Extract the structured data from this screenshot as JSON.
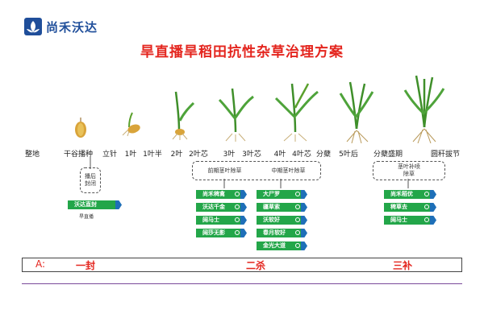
{
  "logo": {
    "text": "尚禾沃达",
    "icon": "blue-leaf-logo-icon"
  },
  "title": "旱直播旱稻田抗性杂草治理方案",
  "stages": [
    "整地",
    "干谷播种",
    "立针",
    "1叶",
    "1叶半",
    "2叶",
    "2叶芯",
    "3叶",
    "3叶芯",
    "4叶",
    "4叶芯",
    "分蘖",
    "5叶后",
    "分蘖盛期",
    "圆秆拔节"
  ],
  "brackets": {
    "seal": "播后\n封闭",
    "kill": [
      "前期茎叶除草",
      "中期茎叶除草"
    ],
    "supplement": "茎叶补喷\n除草"
  },
  "products": {
    "seal": {
      "items": [
        "沃达直封"
      ],
      "note": "旱直播"
    },
    "kill_left": [
      "尚禾稗禽",
      "沃达千金",
      "阔马士",
      "阔莎无影"
    ],
    "kill_right": [
      "大尸罗",
      "疆草索",
      "沃软好",
      "春月软好",
      "金光大道"
    ],
    "supplement": [
      "尚禾稻优",
      "稗草去",
      "阔马士"
    ]
  },
  "bottom": {
    "prefix": "A:",
    "phases": [
      "一封",
      "二杀",
      "三补"
    ]
  },
  "colors": {
    "title": "#e4251e",
    "badge": "#23a649",
    "chevron": "#1e6fb8",
    "logo": "#1f4e9a",
    "rule": "#7a4a9a"
  }
}
